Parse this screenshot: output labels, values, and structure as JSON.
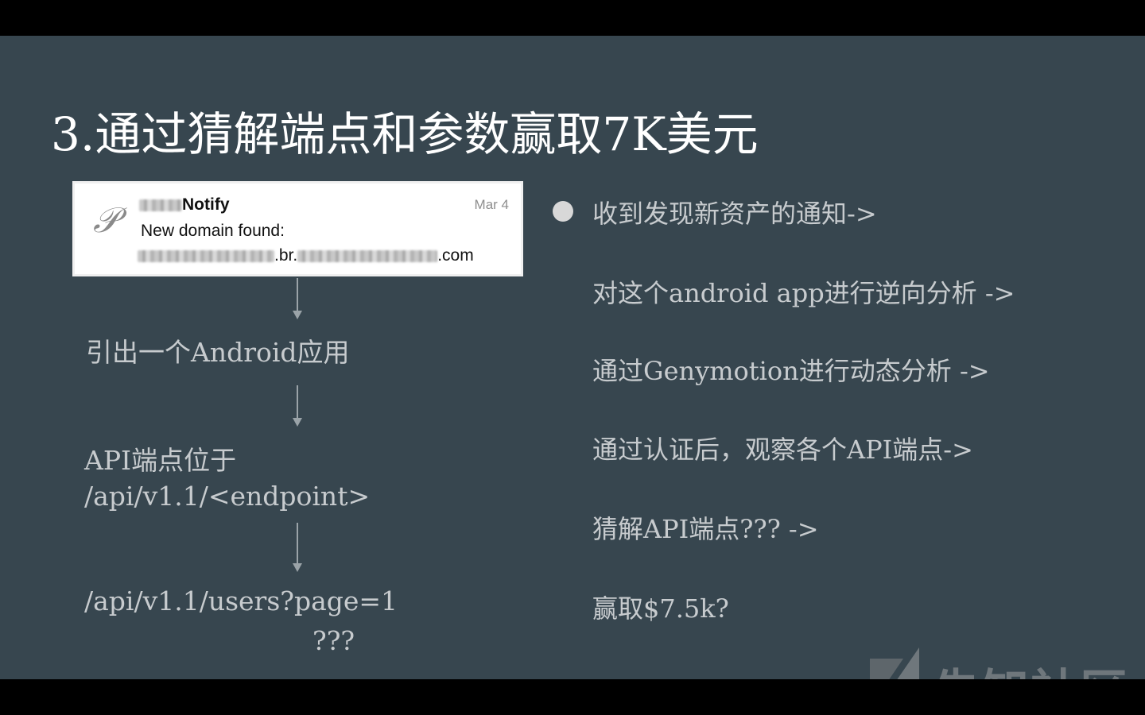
{
  "slide": {
    "title": "3.通过猜解端点和参数赢取7K美元",
    "notification": {
      "logo_icon": "𝒫",
      "sender_suffix": "Notify",
      "date": "Mar 4",
      "message": "New domain found:",
      "domain_mid": ".br.",
      "domain_end": ".com"
    },
    "flow": [
      "引出一个Android应用",
      "API端点位于",
      "/api/v1.1/<endpoint>",
      "/api/v1.1/users?page=1",
      "???"
    ],
    "steps": [
      "收到发现新资产的通知->",
      "对这个android app进行逆向分析 ->",
      "通过Genymotion进行动态分析 ->",
      "通过认证后，观察各个API端点->",
      "猜解API端点??? ->",
      "赢取$7.5k?"
    ]
  },
  "watermark": {
    "text": "先知社区"
  }
}
